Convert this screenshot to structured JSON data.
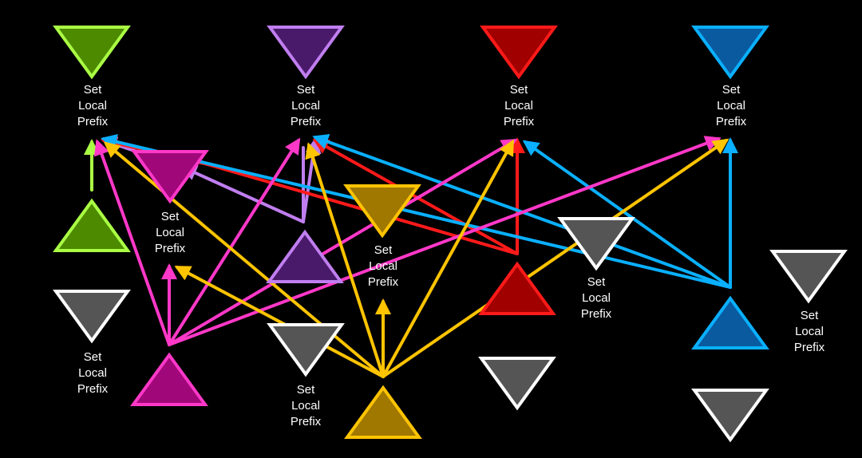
{
  "colors": {
    "background": "#000000",
    "green": "#4d8a00",
    "green_stroke": "#aaff44",
    "purple": "#4a1a6a",
    "purple_stroke": "#c07ef0",
    "red": "#a00000",
    "red_stroke": "#ff1a1a",
    "blue": "#0a5aa0",
    "blue_stroke": "#0ab0ff",
    "magenta": "#a0087a",
    "magenta_stroke": "#ff38c8",
    "gold": "#a07800",
    "gold_stroke": "#ffc400",
    "gray": "#555555",
    "gray_stroke": "#ffffff"
  },
  "label_lines": [
    "Set",
    "Local",
    "Prefix"
  ],
  "node_ids": [
    "top-green-down",
    "top-purple-down",
    "top-red-down",
    "top-blue-down",
    "green-up",
    "magenta-down",
    "purple-up",
    "gold-down",
    "red-up",
    "gray-down-a",
    "gray-down-b",
    "gray-down-c",
    "blue-up",
    "magenta-up",
    "gray-down-d",
    "gold-up",
    "gray-down-e",
    "gray-down-f"
  ]
}
